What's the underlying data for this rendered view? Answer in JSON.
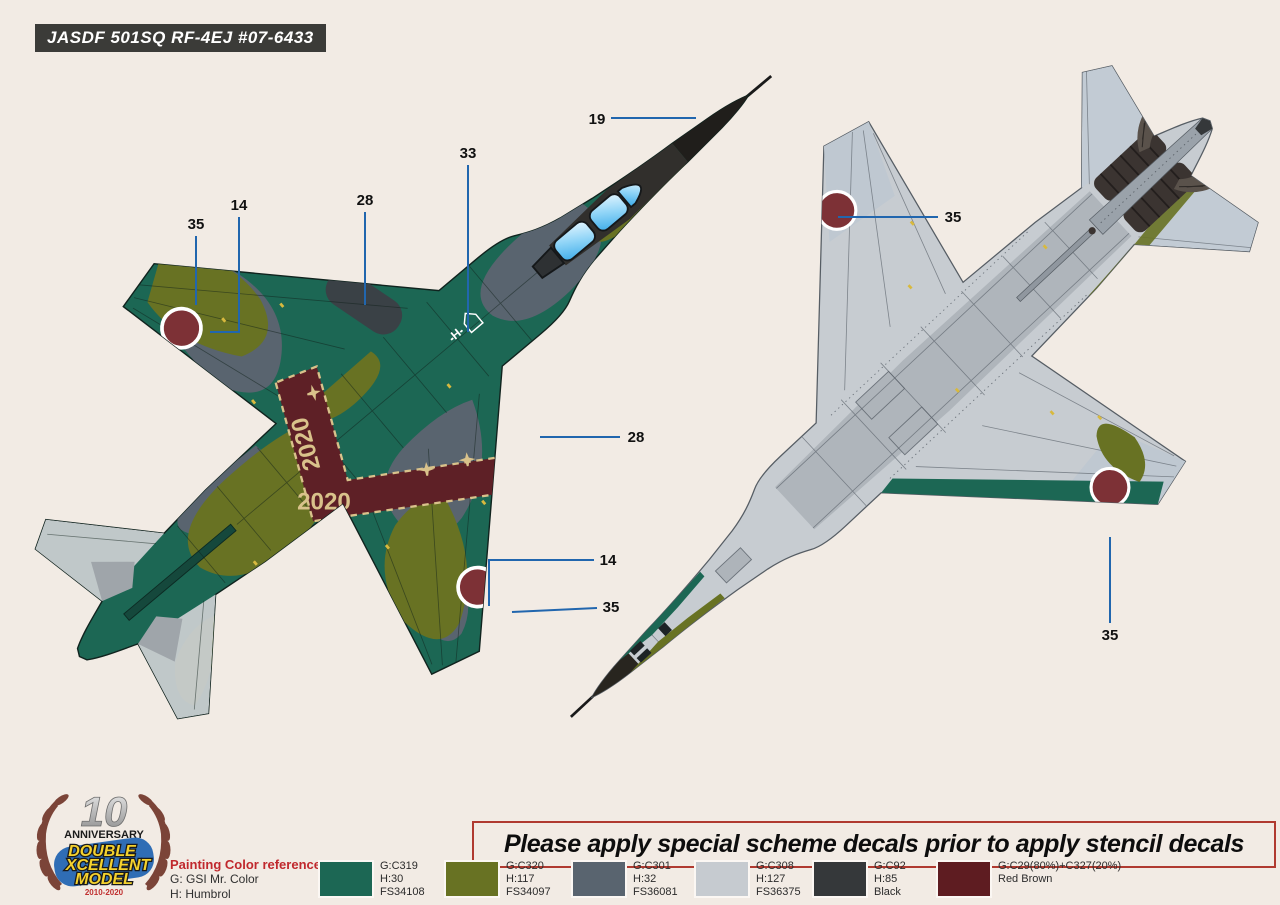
{
  "title": "JASDF 501SQ RF-4EJ #07-6433",
  "notice": "Please apply special scheme decals prior to apply stencil decals",
  "tail_art_text": "2020",
  "squadron_mark": "H",
  "callouts": {
    "c19": "19",
    "c33": "33",
    "c28a": "28",
    "c14a": "14",
    "c35a": "35",
    "c28b": "28",
    "c14b": "14",
    "c35b": "35",
    "c35c": "35",
    "c35d": "35"
  },
  "logo": {
    "number": "10",
    "anniversary": "ANNIVERSARY",
    "brand1": "DOUBLE",
    "brand2": "XCELLENT",
    "brand3": "MODEL",
    "years": "2010-2020"
  },
  "legend": {
    "heading": "Painting Color reference",
    "key_g": "G: GSI Mr. Color",
    "key_h": "H: Humbrol",
    "swatches": [
      {
        "color": "#1C6754",
        "l1": "G:C319",
        "l2": "H:30",
        "l3": "FS34108"
      },
      {
        "color": "#687223",
        "l1": "G:C320",
        "l2": "H:117",
        "l3": "FS34097"
      },
      {
        "color": "#59646F",
        "l1": "G:C301",
        "l2": "H:32",
        "l3": "FS36081"
      },
      {
        "color": "#C6CBD0",
        "l1": "G:C308",
        "l2": "H:127",
        "l3": "FS36375"
      },
      {
        "color": "#35383A",
        "l1": "G:C92",
        "l2": "H:85",
        "l3": "Black"
      },
      {
        "color": "#5E1C21",
        "l1": "G:C29(80%)+C327(20%)",
        "l2": "Red Brown",
        "l3": ""
      }
    ]
  },
  "colors": {
    "background": "#F2EBE4",
    "callout_line": "#2166AE",
    "banner_border": "#B03A30",
    "heading_red": "#C0282D",
    "camo_teal": "#1C6754",
    "camo_olive": "#687223",
    "camo_gray": "#59646F",
    "underside_gray": "#C6CBD0",
    "roundel_red": "#7D3136",
    "tail_art_red": "#5E2026",
    "tail_art_tan": "#D9C28B"
  }
}
